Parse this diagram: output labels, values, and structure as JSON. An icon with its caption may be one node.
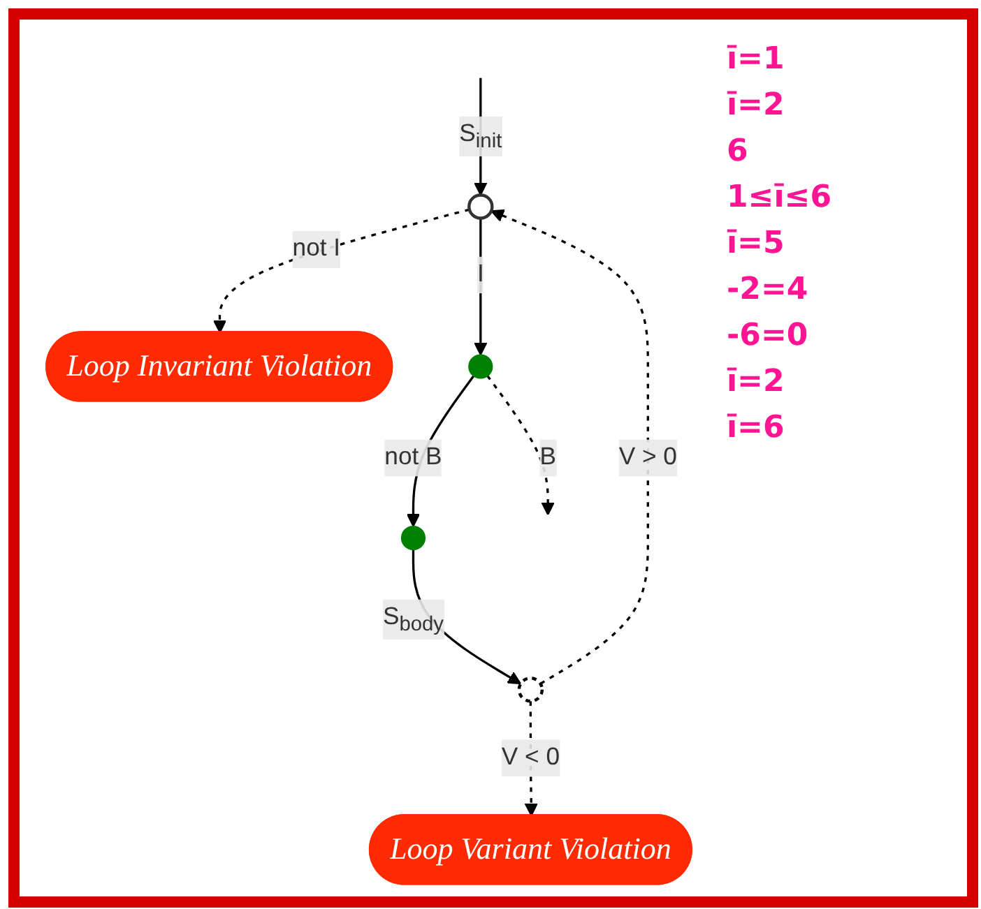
{
  "diagram": {
    "nodes": [
      {
        "text": [],
        "shape": "circle"
      },
      {
        "text": [
          "Loop Invariant Violation"
        ]
      },
      {
        "text": [],
        "shape": "circle"
      },
      {
        "text": [],
        "shape": "circle"
      },
      {
        "text": [],
        "shape": "circle"
      },
      {
        "text": [
          "Loop Variant Violation"
        ]
      }
    ],
    "edges": [
      {
        "from": null,
        "to": 0,
        "arrow": "to",
        "label": "S$_{init}$"
      },
      {
        "from": 0,
        "to": 1,
        "arrow": "to",
        "label": "not I",
        "style": "dashed"
      },
      {
        "from": 0,
        "to": 2,
        "arrow": "to",
        "label": "I"
      },
      {
        "from": 2,
        "to": null,
        "arrow": "to",
        "label": "B",
        "style": "dashed"
      },
      {
        "from": 2,
        "to": 3,
        "arrow": "to",
        "label": "not B"
      },
      {
        "from": 3,
        "to": 4,
        "arrow": "to",
        "label": "S$_{body}$"
      },
      {
        "from": 4,
        "to": 5,
        "arrow": "to",
        "label": "V < 0",
        "style": "dashed"
      },
      {
        "from": 4,
        "to": 0,
        "arrow": "to",
        "label": "V > 0",
        "style": "dashed"
      }
    ],
    "labels": [
      "ī=1",
      "ī=2",
      "6",
      "1≤ī≤6",
      "ī=5",
      "-2=4",
      "-6=0",
      "ī=2",
      "ī=6"
    ]
  }
}
